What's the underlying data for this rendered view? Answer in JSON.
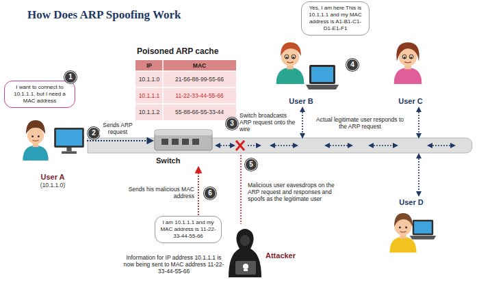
{
  "diagram": {
    "title": "How Does ARP Spoofing Work",
    "nodes": [
      {
        "text": [
          "I want to connect to 10.1.1.1, but I need a MAC address"
        ]
      },
      {
        "text": [
          "User A",
          "(10.1.1.0)"
        ]
      },
      {
        "text": [
          "Switch"
        ]
      },
      {
        "text": [
          "Yes, I am here This is 10.1.1.1 and my MAC address is A1-B1-C1-D1-E1-F1"
        ]
      },
      {
        "text": [
          "User B"
        ]
      },
      {
        "text": [
          "User C"
        ]
      },
      {
        "text": [
          "User D"
        ]
      },
      {
        "text": [
          "I am 10.1.1.1 and my MAC address is 11-22-33-44-55-66"
        ]
      },
      {
        "text": [
          "Attacker"
        ]
      }
    ],
    "edges": [
      {
        "from": 1,
        "to": 2,
        "arrow": "to",
        "label": "Sends ARP request"
      },
      {
        "from": 7,
        "to": 2,
        "arrow": "to",
        "label": "Sends his malicious MAC address"
      }
    ],
    "labels": [
      "1",
      "Poisoned ARP cache",
      "IP",
      "MAC",
      "10.1.1.0",
      "21-56-88-99-55-66",
      "10.1.1.1",
      "11-22-33-44-55-66",
      "10.1.1.2",
      "55-88-66-55-33-44",
      "2",
      "3",
      "Switch broadcasts ARP request onto the wire",
      "4",
      "Actual legitimate user responds to the ARP request",
      "5",
      "Malicious user eavesdrops on the ARP request and responses and spoofs as the legitimate user",
      "6",
      "Information for IP address 10.1.1.1 is now being sent to MAC address 11-22-33-44-55-66"
    ]
  }
}
